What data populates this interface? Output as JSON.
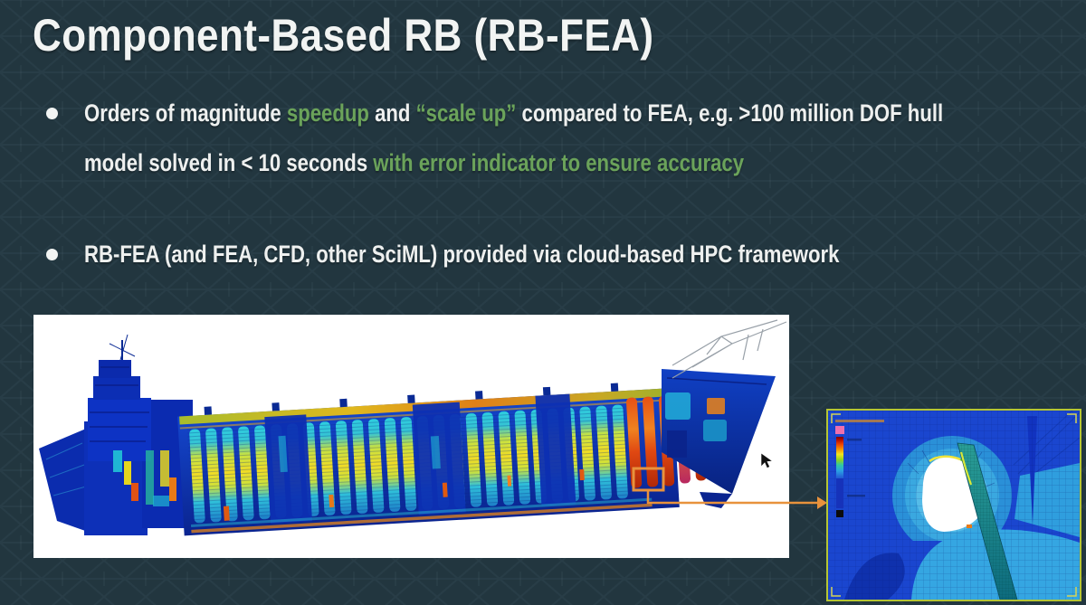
{
  "slide": {
    "title": "Component-Based RB (RB-FEA)",
    "bullets": [
      {
        "lines": [
          {
            "segments": [
              {
                "text": "Orders of magnitude ",
                "color": "white"
              },
              {
                "text": "speedup",
                "color": "green"
              },
              {
                "text": " and ",
                "color": "white"
              },
              {
                "text": "“scale up”",
                "color": "green"
              },
              {
                "text": " compared to FEA, e.g. >100 million DOF hull",
                "color": "white"
              }
            ]
          },
          {
            "segments": [
              {
                "text": "model solved in < 10 seconds ",
                "color": "white"
              },
              {
                "text": "with error indicator to ensure accuracy",
                "color": "green"
              }
            ]
          }
        ]
      },
      {
        "lines": [
          {
            "segments": [
              {
                "text": "RB-FEA (and FEA, CFD, other SciML) provided via cloud-based HPC framework",
                "color": "white"
              }
            ]
          }
        ]
      }
    ],
    "figure": {
      "main": "ship-hull-fea-stress-model",
      "inset": "mesh-detail-closeup-around-cutout",
      "callout": "zoom-region-connector"
    },
    "colors": {
      "background": "#22363f",
      "accent_green": "#6ba35a",
      "text_white": "#eef0ef",
      "callout_orange": "#e8923c",
      "inset_border": "#b5c535"
    }
  }
}
